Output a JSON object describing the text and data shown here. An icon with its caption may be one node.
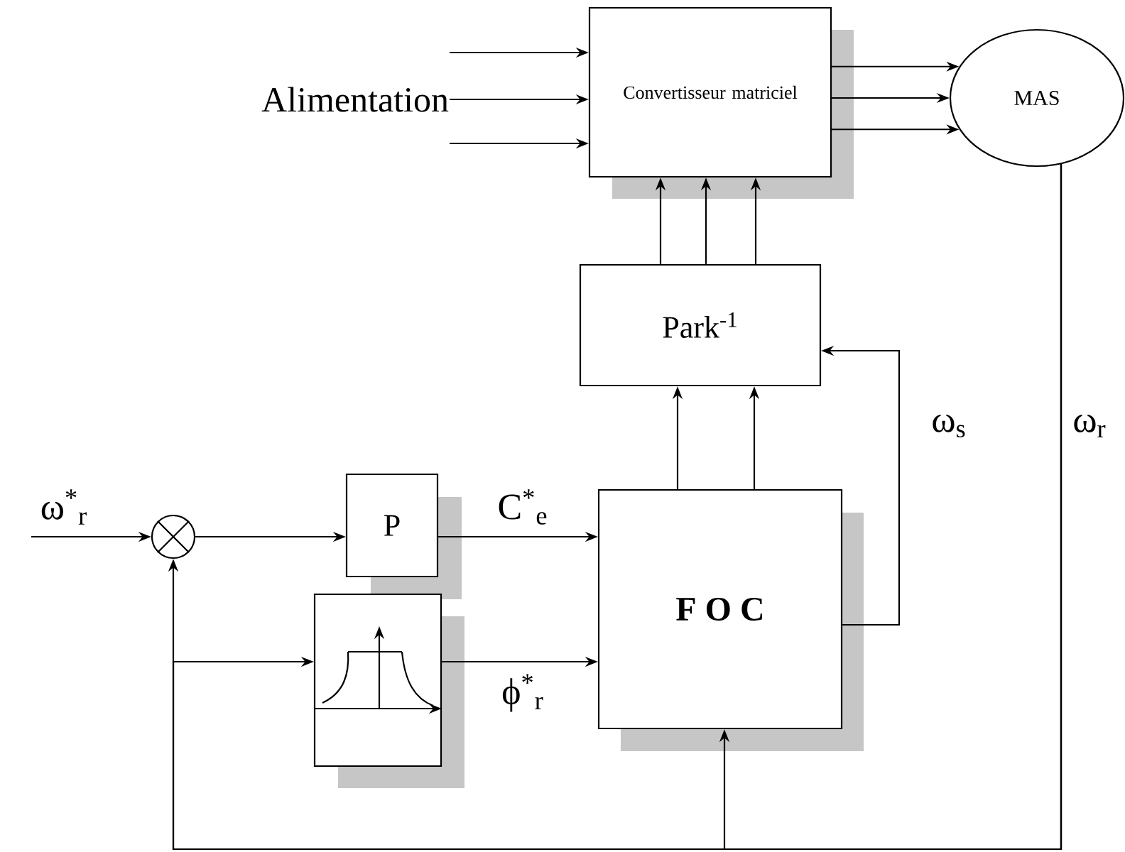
{
  "diagram": {
    "nodes": [
      {
        "text": [
          "Alimentation"
        ]
      },
      {
        "text": [
          "Convertisseur matriciel"
        ]
      },
      {
        "text": [
          "MAS"
        ]
      },
      {
        "text": [
          "Park$^{-1}$"
        ]
      },
      {
        "text": [
          "F O C"
        ]
      },
      {
        "text": [
          "P"
        ]
      },
      {
        "text": [],
        "shape": "box"
      },
      {
        "text": [],
        "shape": "circle"
      }
    ],
    "edges": [
      {
        "from": 0,
        "to": 1,
        "arrow": "to"
      },
      {
        "from": 0,
        "to": 1,
        "arrow": "to"
      },
      {
        "from": 0,
        "to": 1,
        "arrow": "to"
      },
      {
        "from": 1,
        "to": 2,
        "arrow": "to"
      },
      {
        "from": 1,
        "to": 2,
        "arrow": "to"
      },
      {
        "from": 1,
        "to": 2,
        "arrow": "to"
      },
      {
        "from": 3,
        "to": 1,
        "arrow": "to"
      },
      {
        "from": 3,
        "to": 1,
        "arrow": "to"
      },
      {
        "from": 3,
        "to": 1,
        "arrow": "to"
      },
      {
        "from": 4,
        "to": 3,
        "arrow": "to"
      },
      {
        "from": 4,
        "to": 3,
        "arrow": "to"
      },
      {
        "from": 4,
        "to": 3,
        "arrow": "to",
        "label": "ω$_{s}$"
      },
      {
        "from": 2,
        "to": 7,
        "arrow": "to",
        "label": "ω$_{r}$"
      },
      {
        "from": 2,
        "to": 4,
        "arrow": "to"
      },
      {
        "from": 2,
        "to": 6,
        "arrow": "to"
      },
      {
        "from": null,
        "to": 7,
        "arrow": "to",
        "label": "ω$^{*}$$_{r}$"
      },
      {
        "from": 7,
        "to": 5,
        "arrow": "to"
      },
      {
        "from": 5,
        "to": 4,
        "arrow": "to",
        "label": "C$^{*}$$_{e}$"
      },
      {
        "from": 6,
        "to": 4,
        "arrow": "to",
        "label": "ϕ$^{*}$$_{r}$"
      }
    ]
  }
}
